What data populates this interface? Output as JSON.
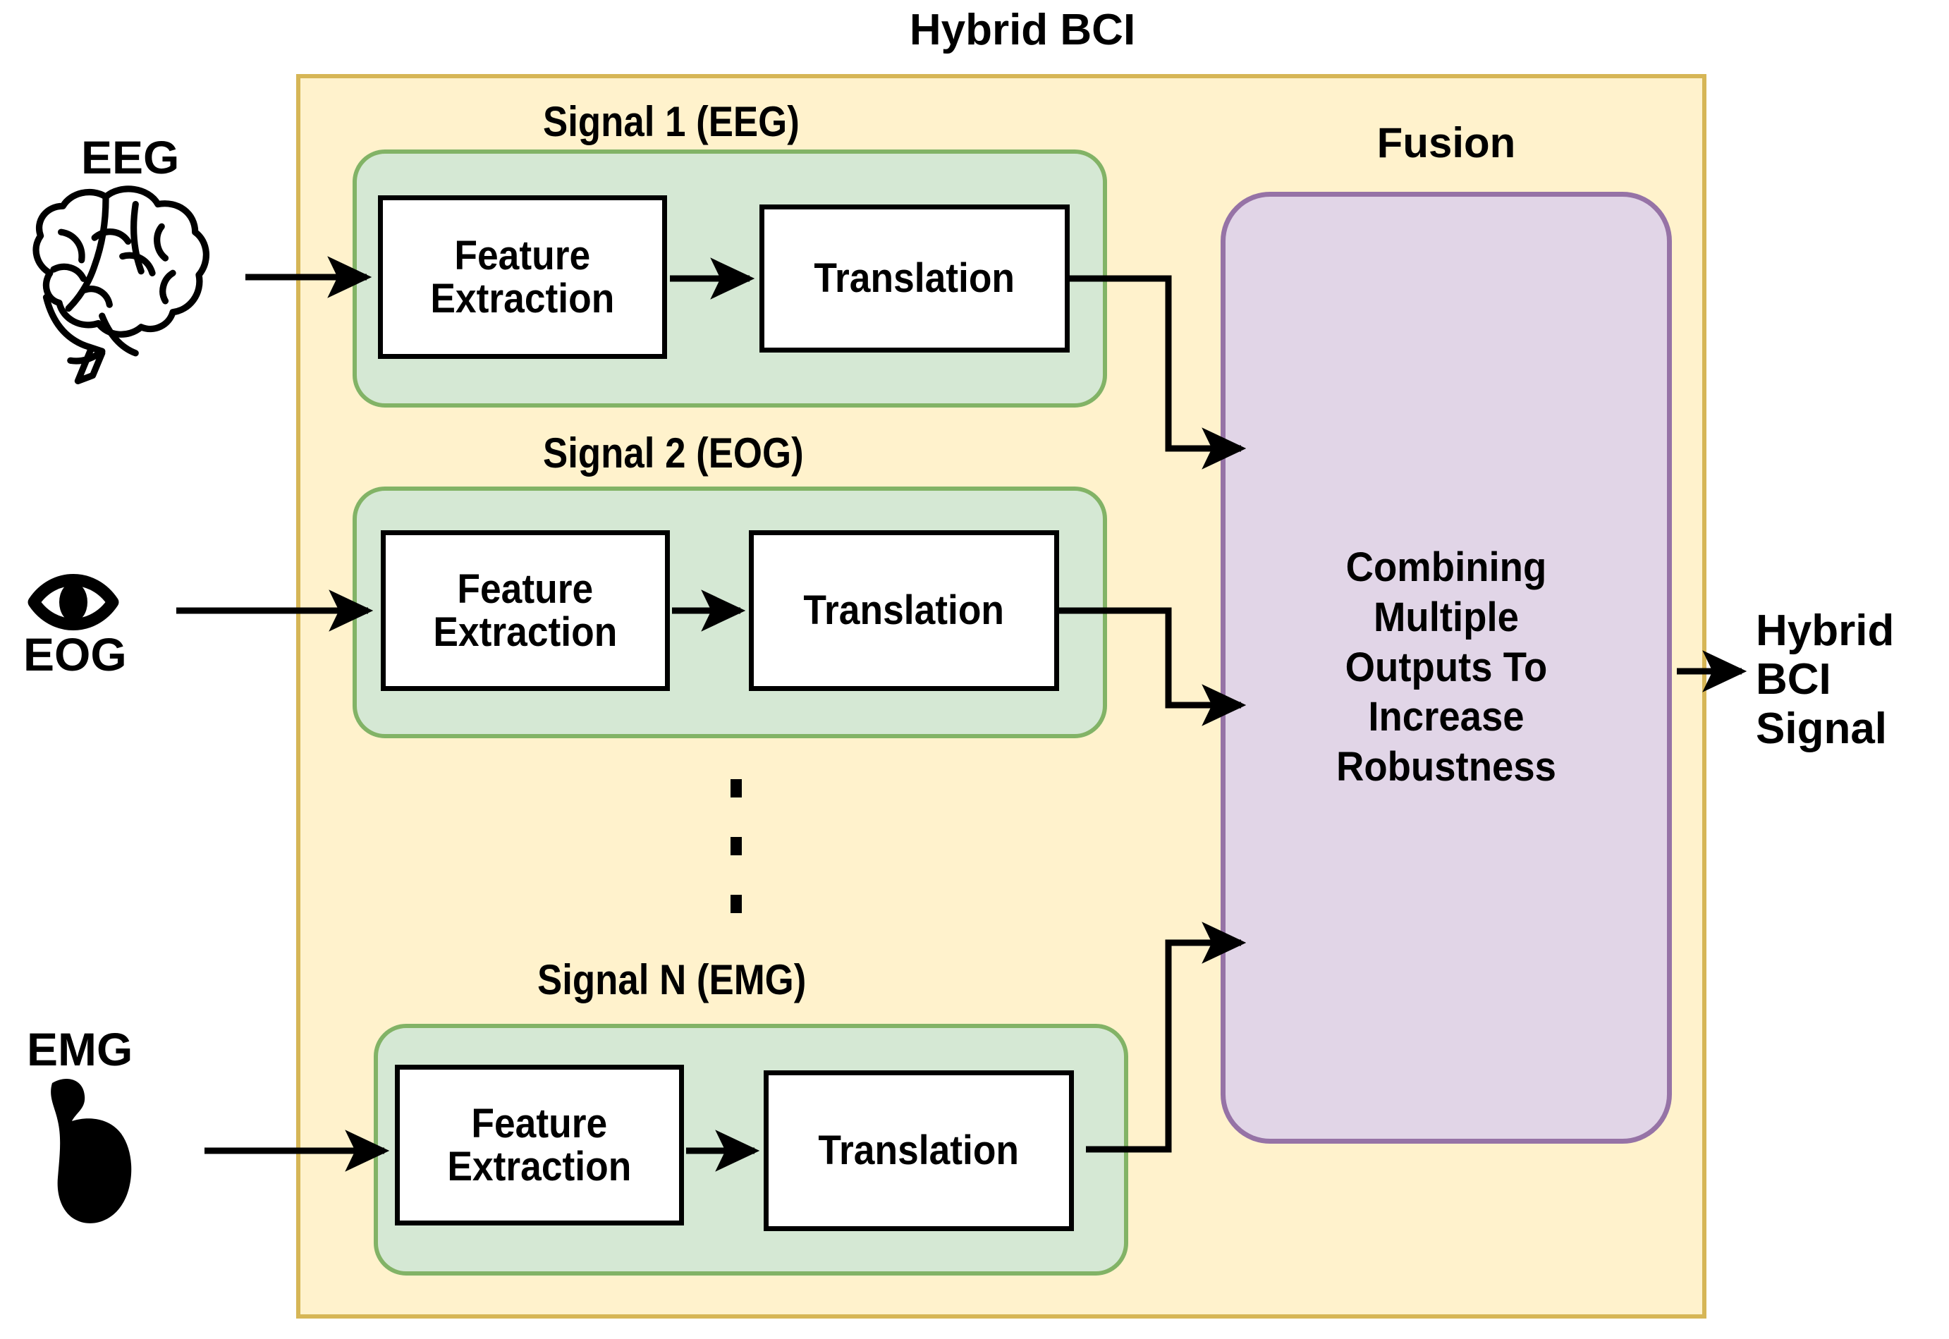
{
  "diagram": {
    "title": "Hybrid BCI",
    "outer_box_label": "Hybrid BCI",
    "colors": {
      "outer_fill": "#fff2cc",
      "outer_border": "#d6b656",
      "signal_fill": "#d5e8d4",
      "signal_border": "#82b366",
      "fusion_fill": "#e1d5e7",
      "fusion_border": "#9673a6",
      "box_fill": "#ffffff",
      "box_border": "#000000",
      "arrow": "#000000",
      "text": "#000000",
      "background": "#ffffff"
    },
    "sources": [
      {
        "id": "eeg",
        "label": "EEG",
        "icon": "brain-icon"
      },
      {
        "id": "eog",
        "label": "EOG",
        "icon": "eye-icon"
      },
      {
        "id": "emg",
        "label": "EMG",
        "icon": "flexed-biceps-icon"
      }
    ],
    "signals": [
      {
        "id": "signal-1",
        "label": "Signal 1 (EEG)",
        "stages": [
          {
            "id": "feature-extraction",
            "line1": "Feature",
            "line2": "Extraction"
          },
          {
            "id": "translation",
            "line1": "Translation",
            "line2": ""
          }
        ]
      },
      {
        "id": "signal-2",
        "label": "Signal 2 (EOG)",
        "stages": [
          {
            "id": "feature-extraction",
            "line1": "Feature",
            "line2": "Extraction"
          },
          {
            "id": "translation",
            "line1": "Translation",
            "line2": ""
          }
        ]
      },
      {
        "id": "signal-n",
        "label": "Signal N (EMG)",
        "stages": [
          {
            "id": "feature-extraction",
            "line1": "Feature",
            "line2": "Extraction"
          },
          {
            "id": "translation",
            "line1": "Translation",
            "line2": ""
          }
        ]
      }
    ],
    "ellipsis": "vertical-three-dots",
    "fusion": {
      "title": "Fusion",
      "body": "Combining\nMultiple\nOutputs To\nIncrease\nRobustness"
    },
    "output": {
      "label": "Hybrid\nBCI\nSignal"
    }
  }
}
